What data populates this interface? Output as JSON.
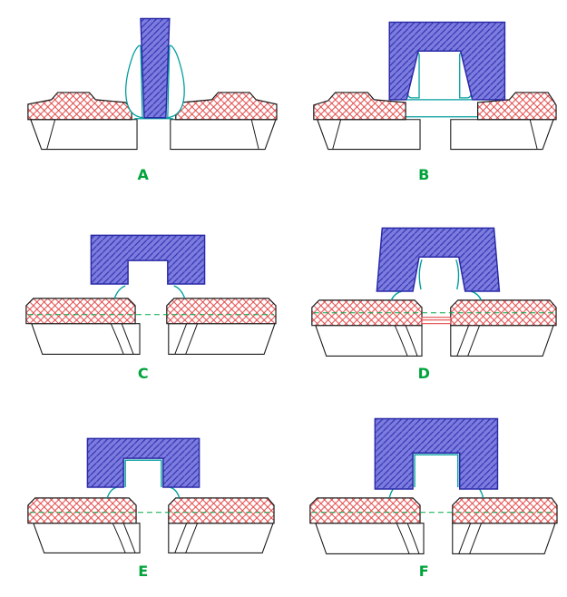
{
  "figure": {
    "kind": "semiconductor-transistor-cross-section-diagrams",
    "panel_count": 6
  },
  "panels": [
    {
      "label": "A"
    },
    {
      "label": "B"
    },
    {
      "label": "C"
    },
    {
      "label": "D"
    },
    {
      "label": "E"
    },
    {
      "label": "F"
    }
  ],
  "colors": {
    "background": "#ffffff",
    "gate_fill": "#7d7ddf",
    "gate_hatch": "#3434b4",
    "gate_outline": "#2a2aa8",
    "sd_hatch": "#e03434",
    "sd_outline": "#1a1a1a",
    "substrate_outline": "#1a1a1a",
    "liner_teal": "#009e9e",
    "marker_green": "#00a845",
    "label_green": "#00a33c"
  }
}
